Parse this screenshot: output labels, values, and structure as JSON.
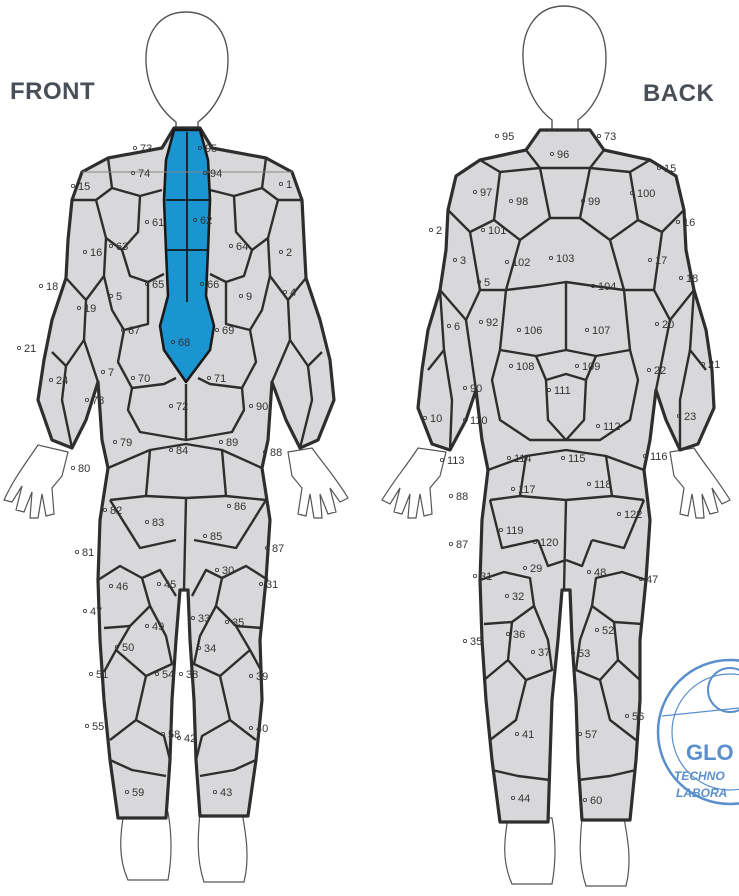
{
  "headings": {
    "front": "FRONT",
    "back": "BACK"
  },
  "colors": {
    "highlight": "#1b95d2",
    "segment_fill": "#d8d8da",
    "segment_stroke": "#2e2e2e",
    "outline": "#555555",
    "seal": "#3d7cc4"
  },
  "highlighted_segments": [
    "68",
    "61",
    "62",
    "95",
    "94"
  ],
  "seal": {
    "line1": "GLO",
    "line2": "TECHNO",
    "line3": "LABORA"
  },
  "front_labels": [
    "73",
    "95",
    "74",
    "94",
    "15",
    "1",
    "61",
    "62",
    "63",
    "64",
    "16",
    "2",
    "18",
    "65",
    "66",
    "19",
    "5",
    "9",
    "4",
    "67",
    "68",
    "69",
    "21",
    "24",
    "7",
    "70",
    "71",
    "78",
    "72",
    "90",
    "79",
    "89",
    "84",
    "88",
    "80",
    "82",
    "83",
    "86",
    "85",
    "87",
    "81",
    "46",
    "45",
    "30",
    "31",
    "47",
    "49",
    "33",
    "35",
    "50",
    "34",
    "51",
    "54",
    "38",
    "39",
    "55",
    "58",
    "42",
    "40",
    "59",
    "43"
  ],
  "back_labels": [
    "95",
    "73",
    "96",
    "15",
    "97",
    "98",
    "99",
    "100",
    "2",
    "101",
    "16",
    "3",
    "102",
    "103",
    "104",
    "17",
    "18",
    "5",
    "6",
    "92",
    "106",
    "107",
    "20",
    "108",
    "109",
    "21",
    "90",
    "111",
    "22",
    "10",
    "110",
    "112",
    "23",
    "113",
    "114",
    "115",
    "116",
    "117",
    "118",
    "88",
    "119",
    "120",
    "122",
    "87",
    "29",
    "48",
    "47",
    "31",
    "32",
    "36",
    "52",
    "35",
    "37",
    "53",
    "56",
    "41",
    "57",
    "44",
    "60"
  ]
}
